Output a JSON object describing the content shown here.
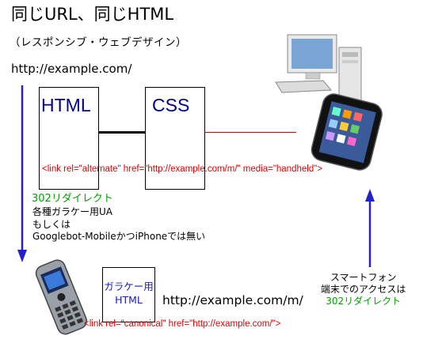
{
  "title": "同じURL、同じHTML",
  "subtitle": "（レスポンシブ・ウェブデザイン）",
  "top_url": "http://example.com/",
  "boxes": {
    "html": "HTML",
    "css": "CSS",
    "mobile_line1": "ガラケー用",
    "mobile_line2": "HTML"
  },
  "alternate_tag": "<link rel=\"alternate\" href=\"http://example.com/m/\" media=\"handheld\">",
  "left_redirect": "302リダイレクト",
  "conditions": [
    "各種ガラケー用UA",
    "もしくは",
    "Googlebot-MobileかつiPhoneでは無い"
  ],
  "mobile_url": "http://example.com/m/",
  "canonical_tag": "<link rel=\"canonical\" href=\"http://example.com/\">",
  "smartphone_note": {
    "line1": "スマートフォン",
    "line2": "端末でのアクセスは",
    "line3": "302リダイレクト"
  },
  "colors": {
    "box_text": "#00008b",
    "tag_red": "#e00000",
    "redirect_green": "#00a000",
    "arrow_blue": "#2222cc"
  },
  "icons": [
    "desktop-computer-icon",
    "smartphone-icon",
    "feature-phone-icon",
    "down-arrow-icon",
    "up-arrow-icon"
  ]
}
